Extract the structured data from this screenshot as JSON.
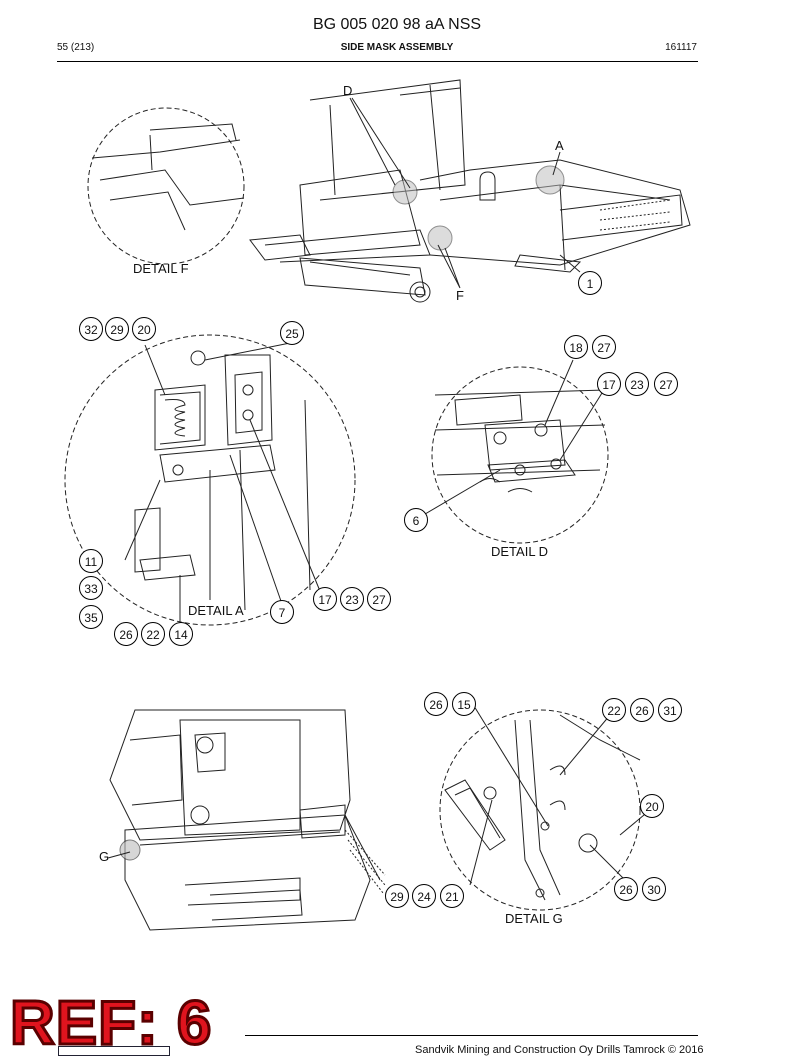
{
  "header": {
    "doc_code": "BG 005 020 98 aA NSS",
    "page": "55 (213)",
    "section": "SIDE MASK ASSEMBLY",
    "date": "161117"
  },
  "detail_labels": {
    "f": "DETAIL F",
    "a": "DETAIL A",
    "d": "DETAIL D",
    "g": "DETAIL G"
  },
  "letters": [
    "D",
    "A",
    "F",
    "G"
  ],
  "callouts": [
    "1",
    "32",
    "29",
    "20",
    "25",
    "18",
    "27",
    "17",
    "23",
    "27",
    "6",
    "11",
    "33",
    "35",
    "26",
    "22",
    "14",
    "7",
    "17",
    "23",
    "27",
    "26",
    "15",
    "22",
    "26",
    "31",
    "20",
    "29",
    "24",
    "21",
    "26",
    "30"
  ],
  "stamp": "REF: 6",
  "footer": "Sandvik Mining and Construction Oy Drills Tamrock © 2016"
}
